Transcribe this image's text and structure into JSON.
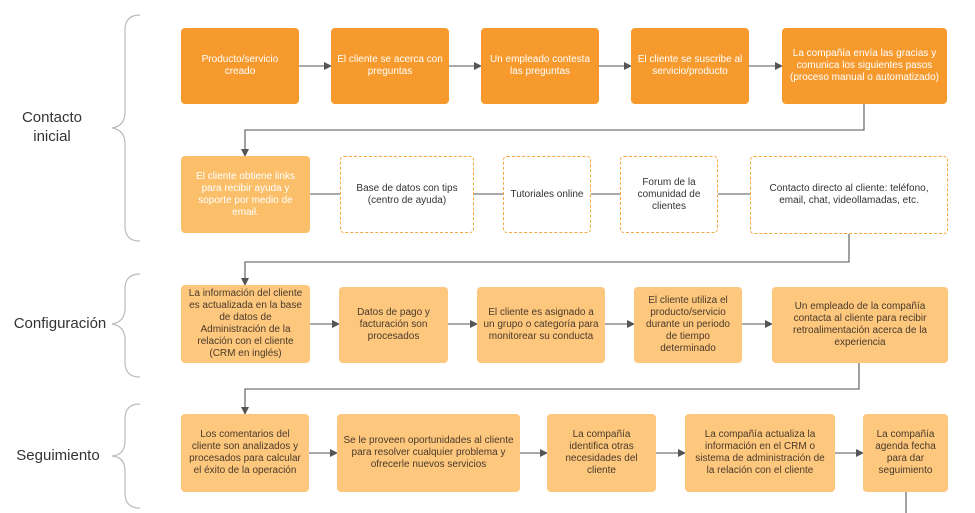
{
  "sections": {
    "contacto": "Contacto\ninicial",
    "configuracion": "Configuración",
    "seguimiento": "Seguimiento"
  },
  "row1": [
    "Producto/servicio creado",
    "El cliente  se acerca con preguntas",
    "Un empleado contesta las preguntas",
    "El cliente se suscribe al servicio/producto",
    "La compañía envía las gracias y comunica los siguientes pasos (proceso manual o automatizado)"
  ],
  "row2": [
    "El cliente obtiene links para recibir ayuda y soporte por medio de email.",
    "Base de datos con tips (centro de ayuda)",
    "Tutoriales online",
    "Forum de la comunidad de clientes",
    "Contacto directo al cliente: teléfono, email, chat, videollamadas, etc."
  ],
  "row3": [
    "La información del cliente es actualizada en la base de datos de Administración de la relación con el cliente (CRM en inglés)",
    "Datos de pago y facturación son procesados",
    "El cliente es asignado a un grupo o categoría para monitorear su conducta",
    "El cliente utiliza el producto/servicio durante un periodo de tiempo determinado",
    "Un empleado de la  compañía contacta al cliente para recibir retroalimentación acerca de la experiencia"
  ],
  "row4": [
    "Los comentarios del cliente son analizados y procesados para calcular el éxito de la operación",
    "Se le proveen oportunidades al cliente para resolver cualquier problema y ofrecerle nuevos servicios",
    "La compañía identifica otras necesidades del cliente",
    "La compañía actualiza la información en el CRM o sistema de administración de la relación con el cliente",
    "La compañía agenda fecha para dar seguimiento"
  ],
  "colors": {
    "dark": "#f79a2e",
    "mid": "#fbbf6a",
    "light": "#fdc77e",
    "line": "#555555"
  }
}
